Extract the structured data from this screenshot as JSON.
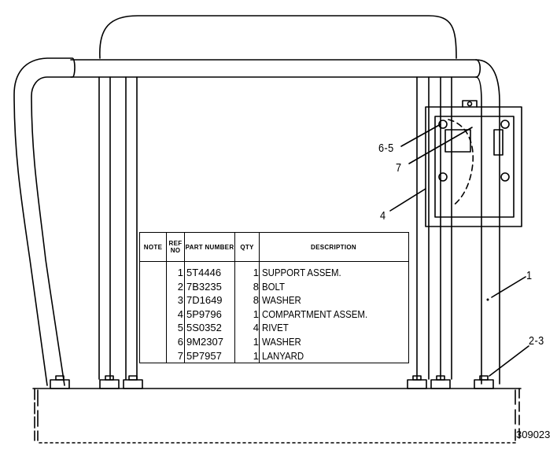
{
  "table": {
    "headers": {
      "note": "NOTE",
      "ref_no": "REF NO",
      "part_number": "PART NUMBER",
      "qty": "QTY",
      "description": "DESCRIPTION"
    },
    "rows": [
      {
        "ref": "1",
        "part": "5T4446",
        "qty": "1",
        "desc": "SUPPORT ASSEM."
      },
      {
        "ref": "2",
        "part": "7B3235",
        "qty": "8",
        "desc": "BOLT"
      },
      {
        "ref": "3",
        "part": "7D1649",
        "qty": "8",
        "desc": "WASHER"
      },
      {
        "ref": "4",
        "part": "5P9796",
        "qty": "1",
        "desc": "COMPARTMENT ASSEM."
      },
      {
        "ref": "5",
        "part": "5S0352",
        "qty": "4",
        "desc": "RIVET"
      },
      {
        "ref": "6",
        "part": "9M2307",
        "qty": "1",
        "desc": "WASHER"
      },
      {
        "ref": "7",
        "part": "5P7957",
        "qty": "1",
        "desc": "LANYARD"
      }
    ]
  },
  "callouts": {
    "c1": "1",
    "c23": "2-3",
    "c4": "4",
    "c65": "6-5",
    "c7": "7"
  },
  "figure_number": "309023"
}
